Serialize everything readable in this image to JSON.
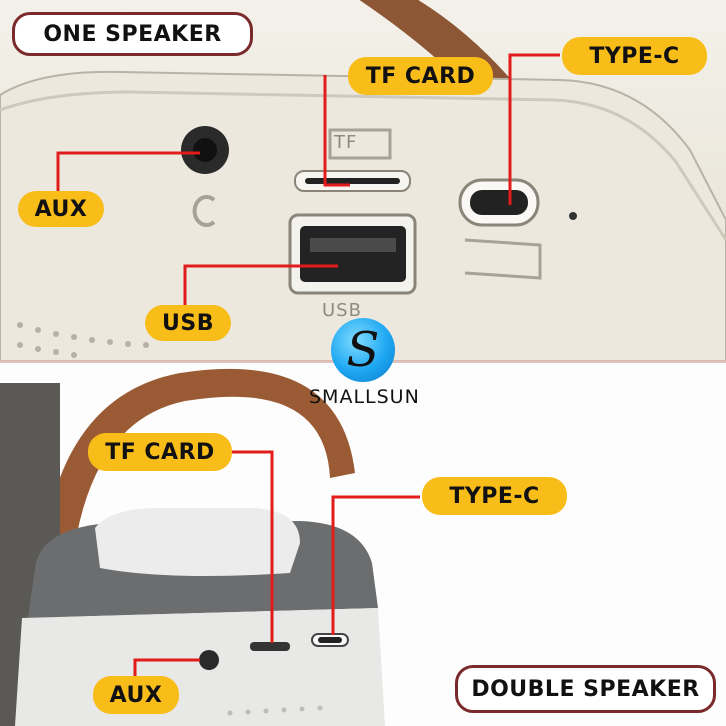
{
  "top": {
    "tag": "ONE SPEAKER",
    "labels": {
      "tf_card": "TF CARD",
      "type_c": "TYPE-C",
      "aux": "AUX",
      "usb": "USB"
    },
    "port_print": {
      "tf": "TF",
      "usb": "USB"
    }
  },
  "logo": {
    "letter": "S",
    "name": "SMALLSUN"
  },
  "bottom": {
    "tag": "DOUBLE SPEAKER",
    "labels": {
      "tf_card": "TF CARD",
      "type_c": "TYPE-C",
      "aux": "AUX"
    }
  },
  "colors": {
    "label_bg": "#f9bd1a",
    "pointer": "#e21b1b",
    "tag_border": "#7a2a2a",
    "strap": "#9a5a33"
  }
}
